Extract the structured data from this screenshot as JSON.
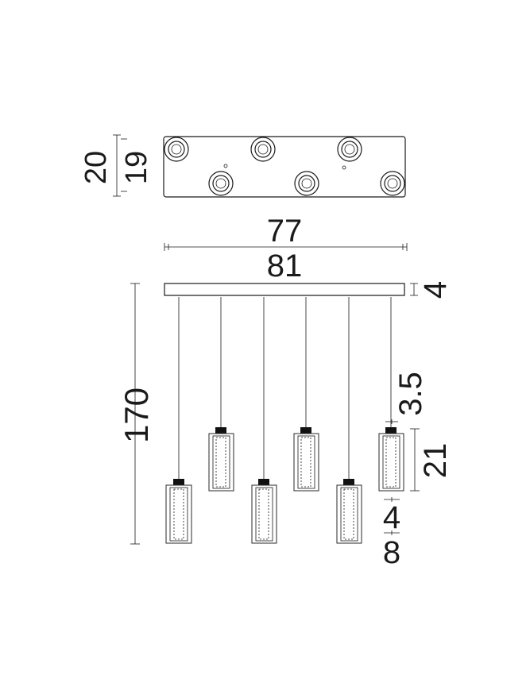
{
  "top_view": {
    "depth_outer": "20",
    "depth_inner": "19"
  },
  "side_view": {
    "width_inner": "77",
    "width_outer": "81",
    "canopy_height": "4",
    "total_height": "170",
    "cap_height": "3.5",
    "shade_height": "21",
    "shade_width": "4",
    "shade_depth": "8"
  },
  "colors": {
    "line": "#1a1a1a",
    "cap": "#111111"
  }
}
